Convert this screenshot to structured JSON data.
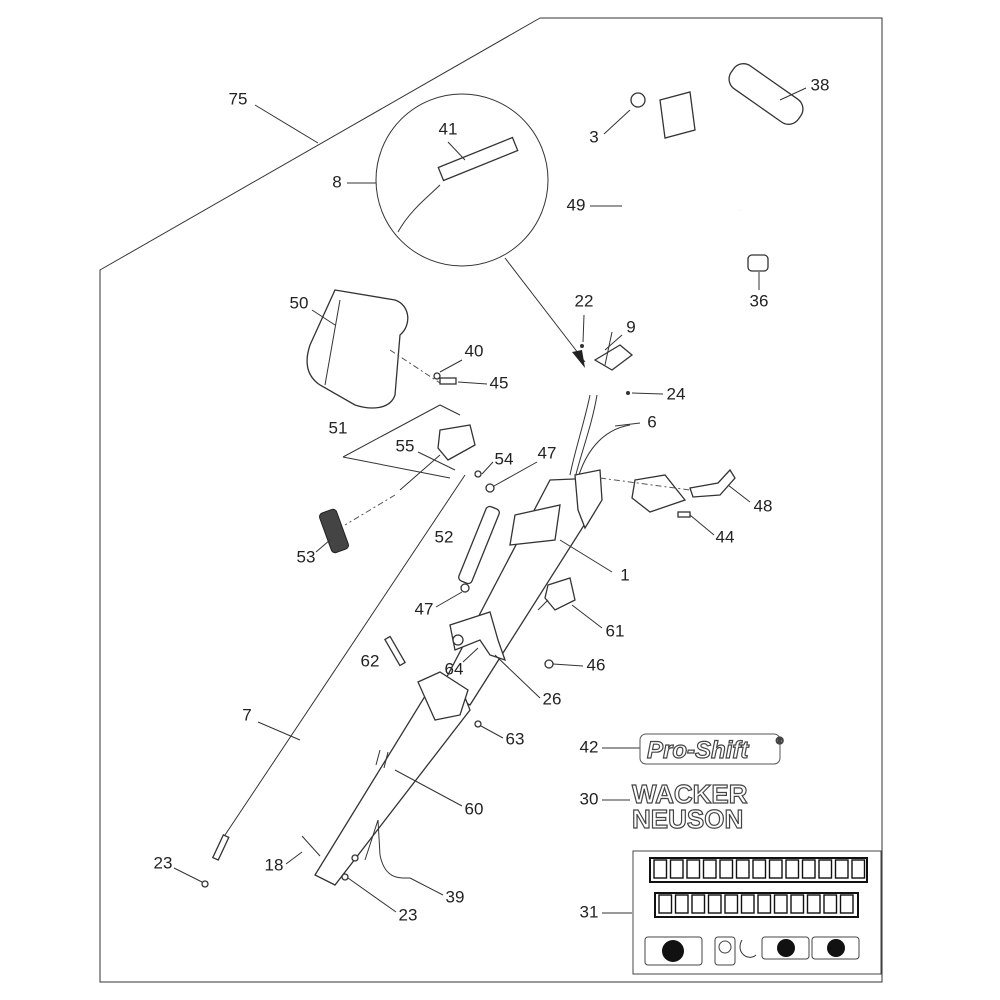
{
  "diagram": {
    "callouts": {
      "c75": "75",
      "c41": "41",
      "c8": "8",
      "c38": "38",
      "c3": "3",
      "c49": "49",
      "c36": "36",
      "c50": "50",
      "c22": "22",
      "c9": "9",
      "c40": "40",
      "c45": "45",
      "c24": "24",
      "c6": "6",
      "c51": "51",
      "c55": "55",
      "c54": "54",
      "c47a": "47",
      "c48": "48",
      "c52": "52",
      "c44": "44",
      "c53": "53",
      "c1": "1",
      "c47b": "47",
      "c61": "61",
      "c62": "62",
      "c64": "64",
      "c46": "46",
      "c26": "26",
      "c7": "7",
      "c63": "63",
      "c42": "42",
      "c30": "30",
      "c60": "60",
      "c31": "31",
      "c23a": "23",
      "c18": "18",
      "c39": "39",
      "c23b": "23"
    },
    "logos": {
      "pro_shift": "Pro-Shift",
      "registered": "®",
      "brand_line1": "WACKER",
      "brand_line2": "NEUSON"
    }
  }
}
